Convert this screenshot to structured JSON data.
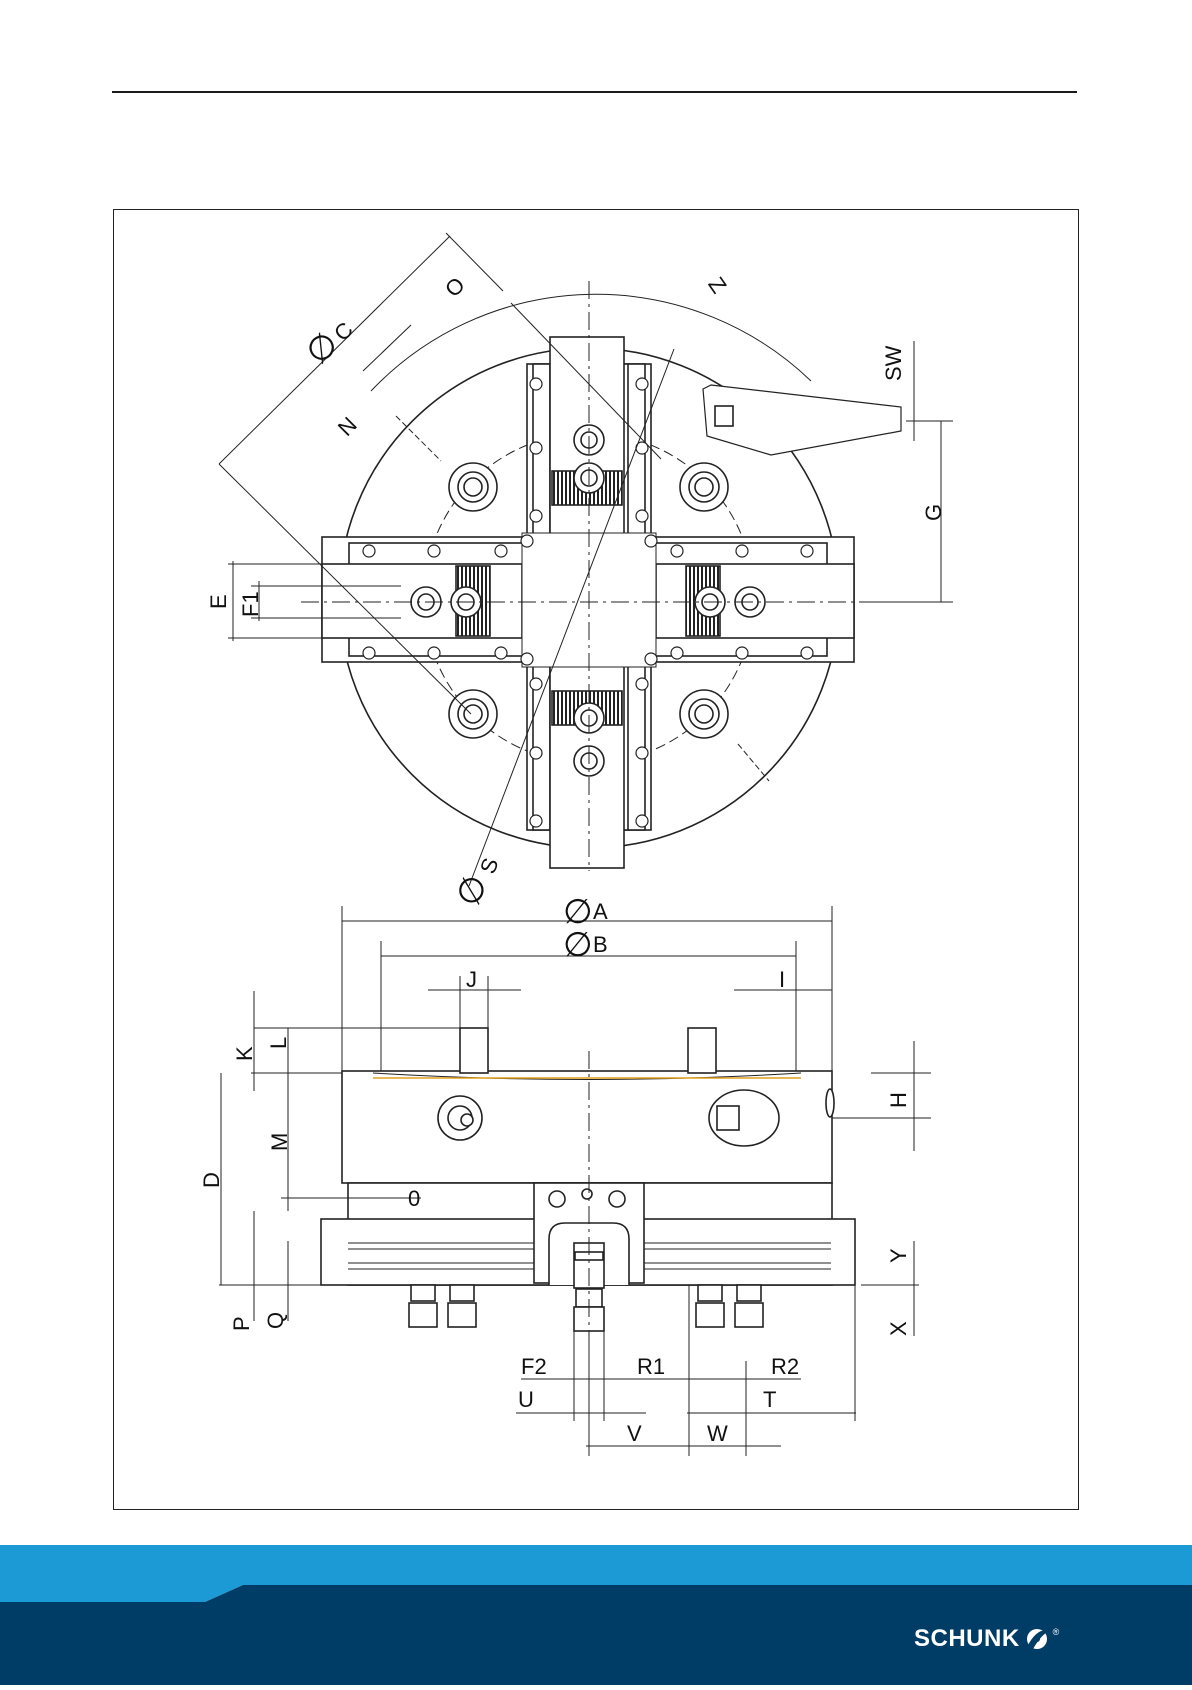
{
  "labels": {
    "O": "O",
    "Z": "Z",
    "C": "C",
    "SW": "SW",
    "N": "N",
    "G": "G",
    "E": "E",
    "F1": "F1",
    "S": "S",
    "A": "A",
    "B": "B",
    "J": "J",
    "I": "I",
    "K": "K",
    "L": "L",
    "H": "H",
    "M": "M",
    "D": "D",
    "Y": "Y",
    "X": "X",
    "P": "P",
    "Q": "Q",
    "F2": "F2",
    "R1": "R1",
    "R2": "R2",
    "U": "U",
    "T": "T",
    "V": "V",
    "W": "W",
    "diameter": "∅",
    "zero": "0"
  },
  "footer": {
    "brand": "SCHUNK",
    "registered": "®",
    "colors": {
      "dark": "#003d66",
      "light": "#1c9ad6",
      "white": "#ffffff"
    }
  }
}
